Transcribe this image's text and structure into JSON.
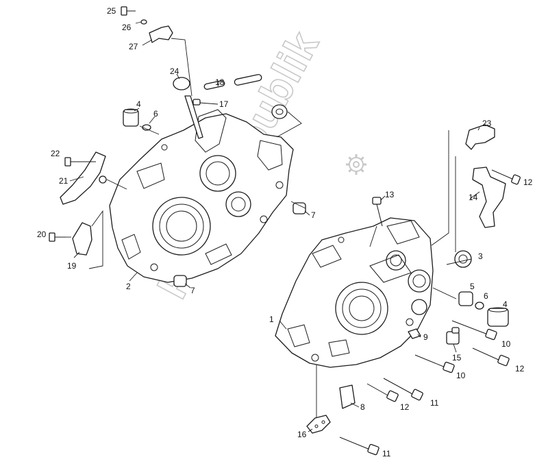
{
  "watermark": {
    "text": "PartsRepublik",
    "icon": "gear-icon"
  },
  "labels": {
    "l1": "1",
    "l2": "2",
    "l3": "3",
    "l4a": "4",
    "l4b": "4",
    "l5": "5",
    "l6a": "6",
    "l6b": "6",
    "l7a": "7",
    "l7b": "7",
    "l8": "8",
    "l9": "9",
    "l10a": "10",
    "l10b": "10",
    "l11a": "11",
    "l11b": "11",
    "l12a": "12",
    "l12b": "12",
    "l12c": "12",
    "l13": "13",
    "l14": "14",
    "l15": "15",
    "l16": "16",
    "l17": "17",
    "l18": "18",
    "l19": "19",
    "l20": "20",
    "l21": "21",
    "l22": "22",
    "l23": "23",
    "l24": "24",
    "l25": "25",
    "l26": "26",
    "l27": "27"
  }
}
